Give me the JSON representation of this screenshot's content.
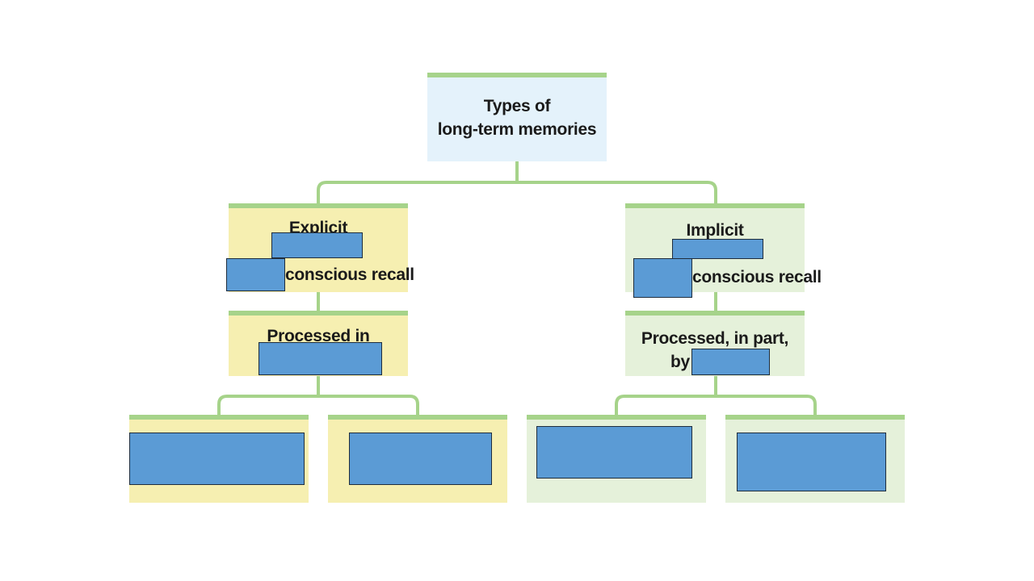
{
  "diagram": {
    "root": {
      "line1": "Types of",
      "line2": "long-term memories"
    },
    "explicit": {
      "title": "Explicit",
      "line3": "conscious recall",
      "processed_line1": "Processed in"
    },
    "implicit": {
      "title": "Implicit",
      "line3": "conscious recall",
      "processed_line1": "Processed, in part,",
      "processed_line2": "by"
    }
  },
  "colors": {
    "connector": "#a6d38a",
    "root_fill": "#e4f2fb",
    "explicit_fill": "#f6efb1",
    "implicit_fill": "#e5f1da",
    "redaction": "#5b9bd5"
  }
}
